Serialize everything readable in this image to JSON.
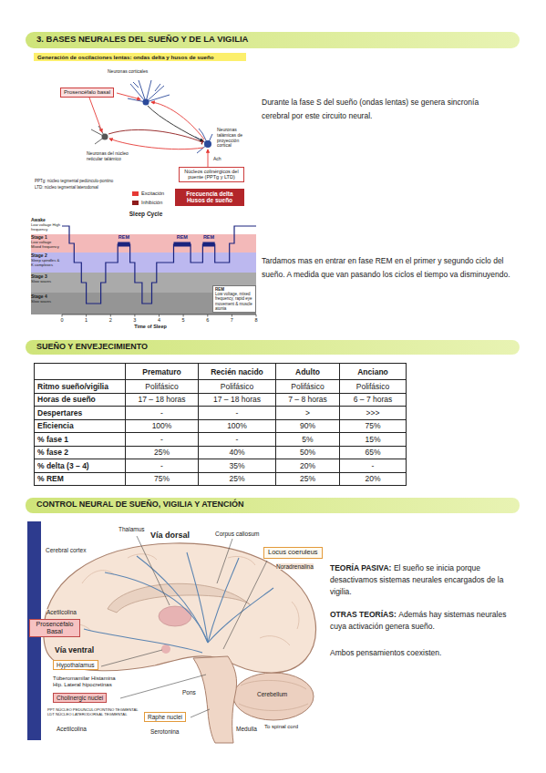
{
  "diagram": {
    "title": "3. BASES NEURALES DEL SUEÑO Y DE LA VIGILIA",
    "nodes": [
      {
        "text": [
          "Generación de oscilaciones lentas: ondas delta y husos de sueño"
        ]
      },
      {
        "text": [
          "Prosencéfalo basal"
        ]
      },
      {
        "text": [
          "Núcleos colinérgicos del puente (PPTg y LTD)"
        ]
      },
      {
        "text": [
          "Frecuencia delta Husos de sueño"
        ]
      },
      {
        "text": [
          "REM",
          "Low voltage, mixed frequency, rapid eye movement & muscle atonia"
        ]
      },
      {
        "text": [
          "SUEÑO Y ENVEJECIMIENTO"
        ]
      },
      {
        "text": [
          "CONTROL NEURAL DE SUEÑO, VIGILIA Y ATENCIÓN"
        ]
      },
      {
        "text": [
          "Locus coeruleus"
        ]
      },
      {
        "text": [
          "Prosencéfalo Basal"
        ]
      },
      {
        "text": [
          "Hypothalamus"
        ]
      },
      {
        "text": [
          "Cholinergic nuclei"
        ]
      },
      {
        "text": [
          "Raphe nuclei"
        ]
      }
    ],
    "labels": [
      "Neuronas corticales",
      "Neuronas talámicas de proyección cortical",
      "Neuronas del núcleo reticular talámico",
      "Ach",
      "PPTg: núcleo tegmental pedúnculo-pontino",
      "LTD: núcleo tegmental laterodorsal",
      "Durante la fase S del sueño (ondas lentas) se genera sincronía cerebral por este circuito neural.",
      "Sleep Cycle",
      "Awake",
      "Low voltage High frequency",
      "Stage 1",
      "Low voltage Mixed frequency",
      "Stage 2",
      "Sleep spindles & K complexes",
      "Stage 3",
      "Slow waves",
      "Stage 4",
      "Slow waves",
      "REM",
      "REM",
      "REM",
      "0",
      "1",
      "2",
      "3",
      "4",
      "5",
      "6",
      "7",
      "8",
      "Time of Sleep",
      "Tardamos mas en entrar en fase REM en el primer y segundo ciclo del sueño. A medida que van pasando los ciclos el tiempo va disminuyendo.",
      "Prematuro",
      "Recién nacido",
      "Adulto",
      "Anciano",
      "Ritmo sueño/vigilia",
      "Polifásico",
      "Polifásico",
      "Polifásico",
      "Polifásico",
      "Horas de sueño",
      "17 – 18 horas",
      "17 – 18 horas",
      "7 – 8 horas",
      "6 – 7 horas",
      "Despertares",
      "-",
      "-",
      ">",
      ">>>",
      "Eficiencia",
      "100%",
      "100%",
      "90%",
      "75%",
      "% fase 1",
      "-",
      "-",
      "5%",
      "15%",
      "% fase 2",
      "25%",
      "40%",
      "50%",
      "65%",
      "% delta (3 – 4)",
      "-",
      "35%",
      "20%",
      "-",
      "% REM",
      "75%",
      "25%",
      "25%",
      "20%",
      "Thalamus",
      "Vía dorsal",
      "Corpus callosum",
      "Noradrenalina",
      "Cerebral cortex",
      "Acetilcolina",
      "Vía ventral",
      "Túberomamilar Histamina",
      "Hip. Lateral hipocretinas",
      "PPT NÚCLEO PEDUNCULOPONTINO TEGMENTAL",
      "LDT NÚCLEO LATERODORSAL TEGMENTAL",
      "Acetilcolina",
      "Serotonina",
      "Pons",
      "Medulla",
      "Cerebellum",
      "To spinal cord",
      "TEORÍA PASIVA:",
      "El sueño se inicia porque desactivamos sistemas neurales encargados de la vigilia.",
      "OTRAS TEORÍAS:",
      "Además hay sistemas neurales cuya activación genera sueño.",
      "Ambos pensamientos coexisten."
    ],
    "legend": [
      {
        "text": "Excitación",
        "color": "#e53935"
      },
      {
        "text": "Inhibición",
        "color": "#8e1b1b"
      }
    ]
  }
}
